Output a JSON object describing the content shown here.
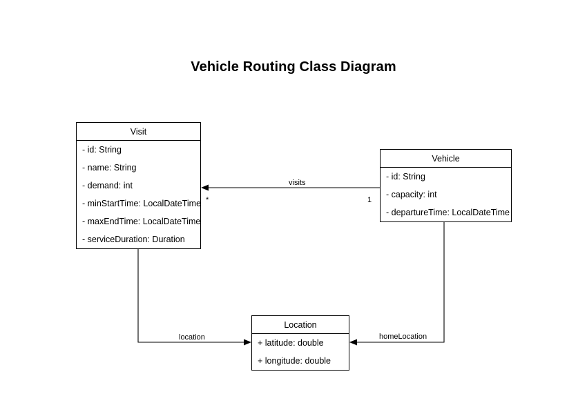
{
  "diagram": {
    "title": "Vehicle Routing Class Diagram",
    "type": "uml-class-diagram",
    "background_color": "#ffffff",
    "line_color": "#000000"
  },
  "classes": [
    {
      "name": "Visit",
      "attributes": [
        "- id: String",
        "- name: String",
        "- demand: int",
        "- minStartTime: LocalDateTime",
        "- maxEndTime: LocalDateTime",
        "- serviceDuration: Duration"
      ]
    },
    {
      "name": "Vehicle",
      "attributes": [
        "- id: String",
        "- capacity: int",
        "- departureTime: LocalDateTime"
      ]
    },
    {
      "name": "Location",
      "attributes": [
        "+ latitude: double",
        "+ longitude: double"
      ]
    }
  ],
  "relationships": [
    {
      "label": "visits",
      "from": "Vehicle",
      "to": "Visit",
      "source_multiplicity": "1",
      "target_multiplicity": "*"
    },
    {
      "label": "location",
      "from": "Visit",
      "to": "Location",
      "source_multiplicity": "",
      "target_multiplicity": ""
    },
    {
      "label": "homeLocation",
      "from": "Vehicle",
      "to": "Location",
      "source_multiplicity": "",
      "target_multiplicity": ""
    }
  ]
}
